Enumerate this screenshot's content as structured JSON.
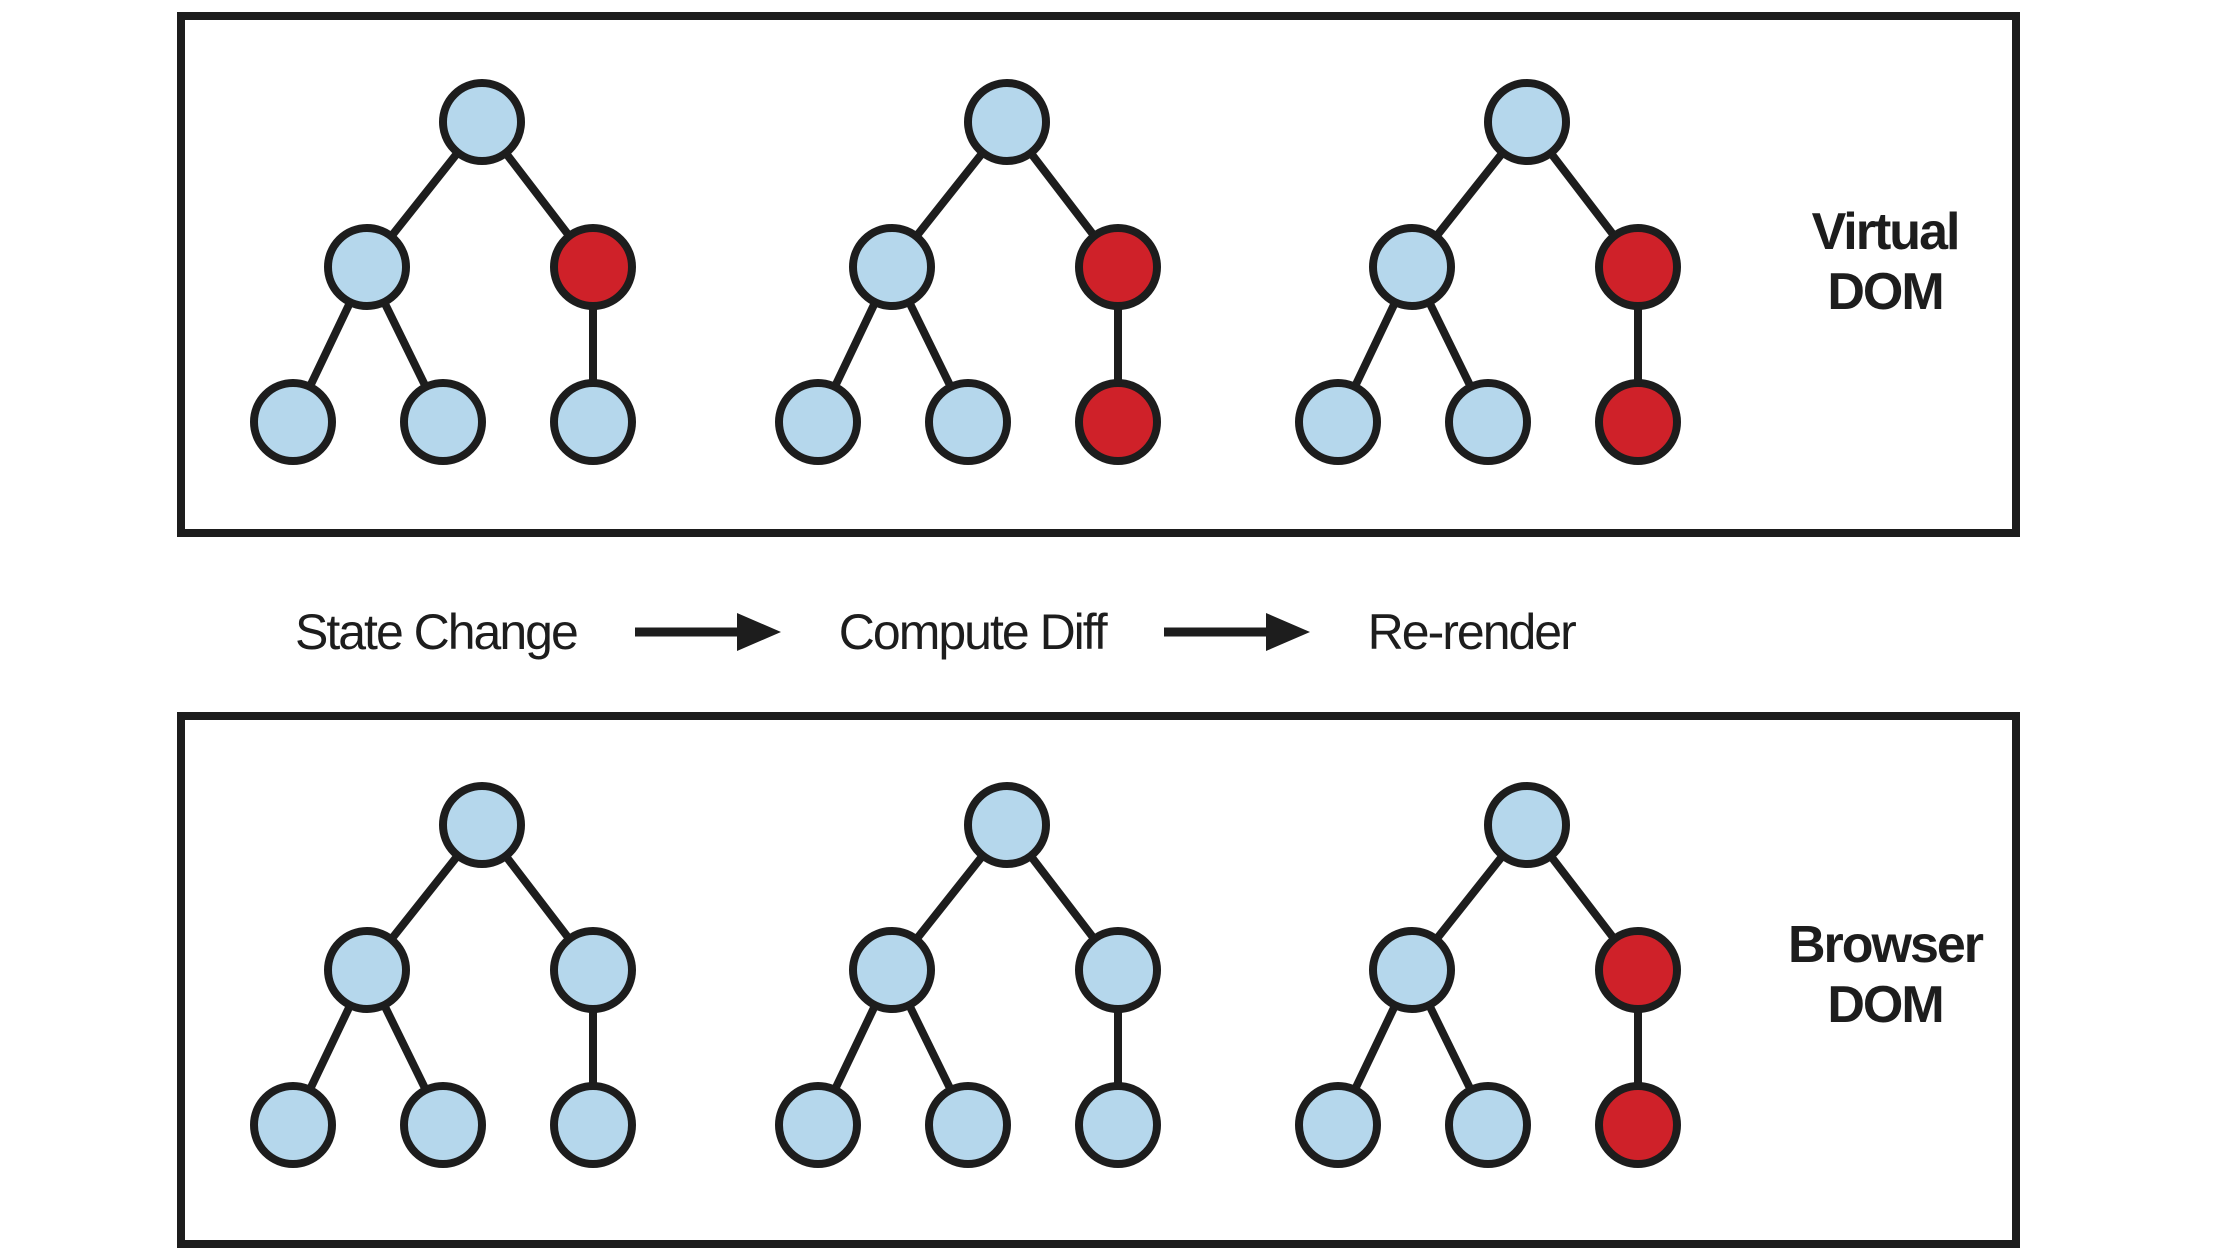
{
  "colors": {
    "node_blue": "#b5d7ec",
    "node_red": "#cf2129",
    "line": "#1d1d1d",
    "background": "#ffffff"
  },
  "boxes": [
    {
      "label": "Virtual DOM",
      "label_lines": [
        "Virtual",
        "DOM"
      ],
      "trees": [
        {
          "nodes": [
            "blue",
            "blue",
            "red",
            "blue",
            "blue",
            "blue"
          ]
        },
        {
          "nodes": [
            "blue",
            "blue",
            "red",
            "blue",
            "blue",
            "red"
          ]
        },
        {
          "nodes": [
            "blue",
            "blue",
            "red",
            "blue",
            "blue",
            "red"
          ]
        }
      ]
    },
    {
      "label": "Browser DOM",
      "label_lines": [
        "Browser",
        "DOM"
      ],
      "trees": [
        {
          "nodes": [
            "blue",
            "blue",
            "blue",
            "blue",
            "blue",
            "blue"
          ]
        },
        {
          "nodes": [
            "blue",
            "blue",
            "blue",
            "blue",
            "blue",
            "blue"
          ]
        },
        {
          "nodes": [
            "blue",
            "blue",
            "red",
            "blue",
            "blue",
            "red"
          ]
        }
      ]
    }
  ],
  "flow": {
    "steps": [
      "State Change",
      "Compute Diff",
      "Re-render"
    ]
  }
}
